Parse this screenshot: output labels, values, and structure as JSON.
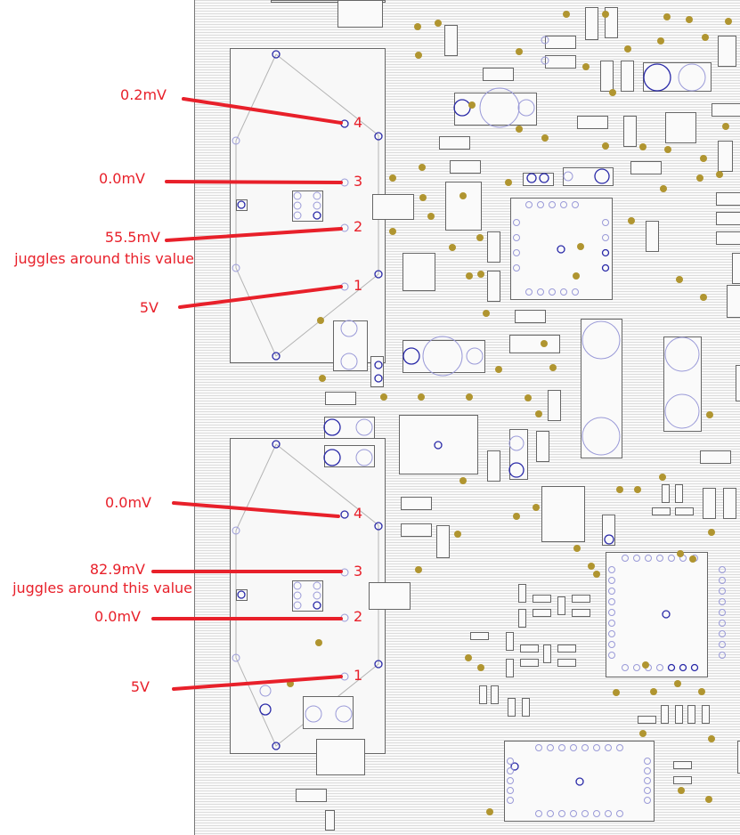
{
  "colors": {
    "annotation": "#e8202a",
    "pad_active": "#2a2aa8",
    "pad_inactive": "#9a9ad8",
    "via": "#b09530",
    "outline": "#666666",
    "trace": "#b4b4b4"
  },
  "sensors": [
    {
      "pins": [
        {
          "number": "4",
          "reading": "0.2mV",
          "note": ""
        },
        {
          "number": "3",
          "reading": "0.0mV",
          "note": ""
        },
        {
          "number": "2",
          "reading": "55.5mV",
          "note": "juggles around this value"
        },
        {
          "number": "1",
          "reading": "5V",
          "note": ""
        }
      ]
    },
    {
      "pins": [
        {
          "number": "4",
          "reading": "0.0mV",
          "note": ""
        },
        {
          "number": "3",
          "reading": "82.9mV",
          "note": "juggles around this value"
        },
        {
          "number": "2",
          "reading": "0.0mV",
          "note": ""
        },
        {
          "number": "1",
          "reading": "5V",
          "note": ""
        }
      ]
    }
  ]
}
